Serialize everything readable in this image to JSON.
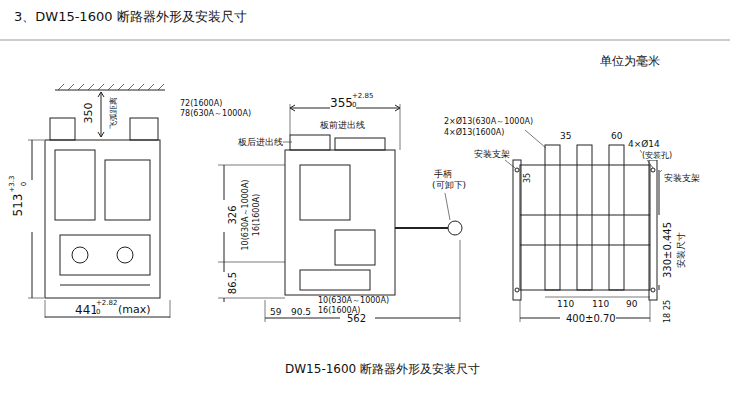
{
  "diagram": {
    "title": "3、DW15-1600 断路器外形及安装尺寸",
    "caption": "DW15-1600 断路器外形及安装尺寸",
    "labels": [
      "单位为毫米",
      "350",
      "飞弧距离",
      "513",
      "+3.3",
      "0",
      "441",
      "+2.82",
      "0",
      "(max)",
      "72(1600A)",
      "78(630A～1000A)",
      "355",
      "+2.85",
      "0",
      "板前进出线",
      "板后进出线",
      "326",
      "10(630A～1000A)",
      "16(1600A)",
      "86.5",
      "59",
      "90.5",
      "10(630A～1000A)",
      "16(1600A)",
      "562",
      "手柄",
      "(可卸下)",
      "2×Ø13(630A～1000A)",
      "4×Ø13(1600A)",
      "35",
      "60",
      "4×Ø14",
      "(安装孔)",
      "安装支架",
      "安装支架",
      "35",
      "330±0.445",
      "安装尺寸",
      "110",
      "110",
      "90",
      "400±0.70",
      "25",
      "18"
    ]
  }
}
